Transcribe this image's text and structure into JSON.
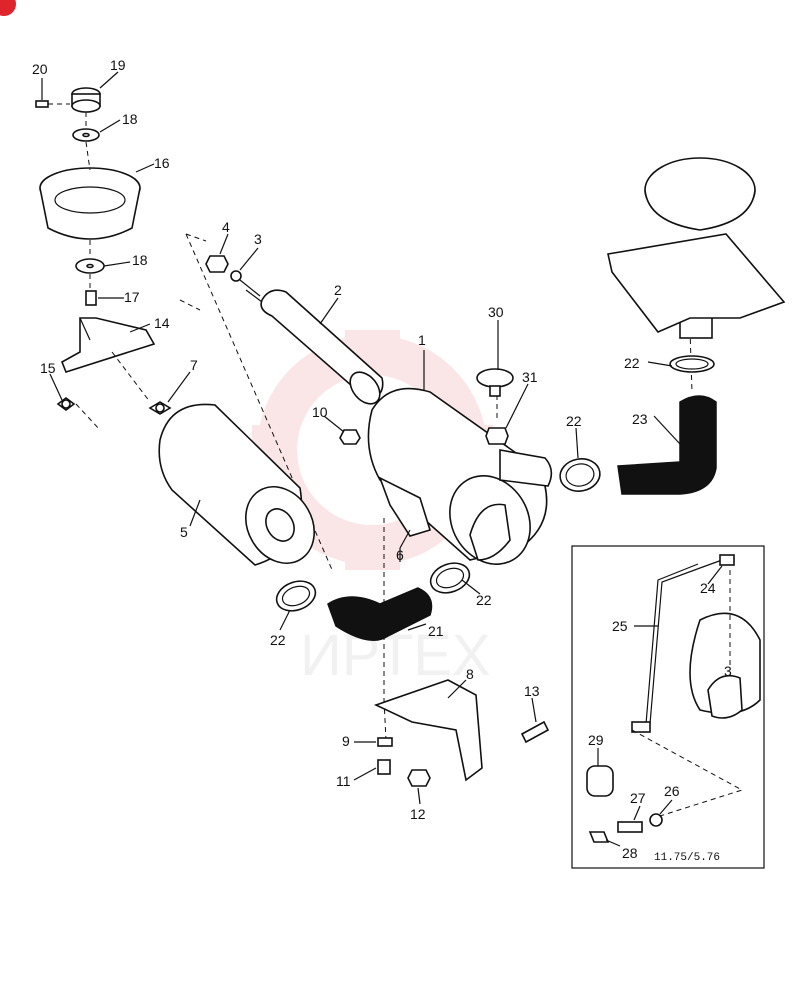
{
  "watermark": {
    "text": "ИРТЕХ",
    "color": "#f2b8b8"
  },
  "badge": {
    "color": "#e0242b"
  },
  "callouts": [
    "1",
    "2",
    "3",
    "4",
    "5",
    "6",
    "7",
    "8",
    "9",
    "10",
    "11",
    "12",
    "13",
    "14",
    "15",
    "16",
    "17",
    "18",
    "18",
    "19",
    "20",
    "21",
    "22",
    "22",
    "22",
    "22",
    "23",
    "24",
    "25",
    "26",
    "27",
    "28",
    "29",
    "30",
    "31",
    "3"
  ],
  "inset": {
    "code": "11.75/5.76"
  }
}
